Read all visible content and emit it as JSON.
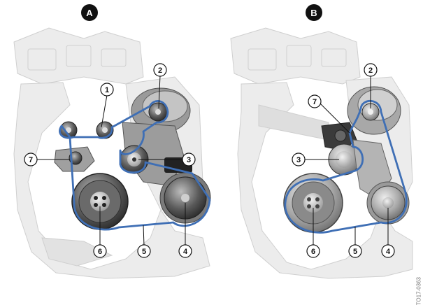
{
  "panels": [
    {
      "label": "A",
      "callouts": [
        "1",
        "2",
        "3",
        "4",
        "5",
        "6",
        "7"
      ]
    },
    {
      "label": "B",
      "callouts": [
        "2",
        "3",
        "4",
        "5",
        "6",
        "7"
      ]
    }
  ],
  "document_code": "TO17-0363",
  "colors": {
    "belt": "#3f6fb5",
    "engine_ghost": "#e6e6e6",
    "engine_line": "#c9c9c9",
    "component_dark": "#4a4a4a",
    "component_mid": "#8a8a8a",
    "component_light": "#cfcfcf"
  }
}
